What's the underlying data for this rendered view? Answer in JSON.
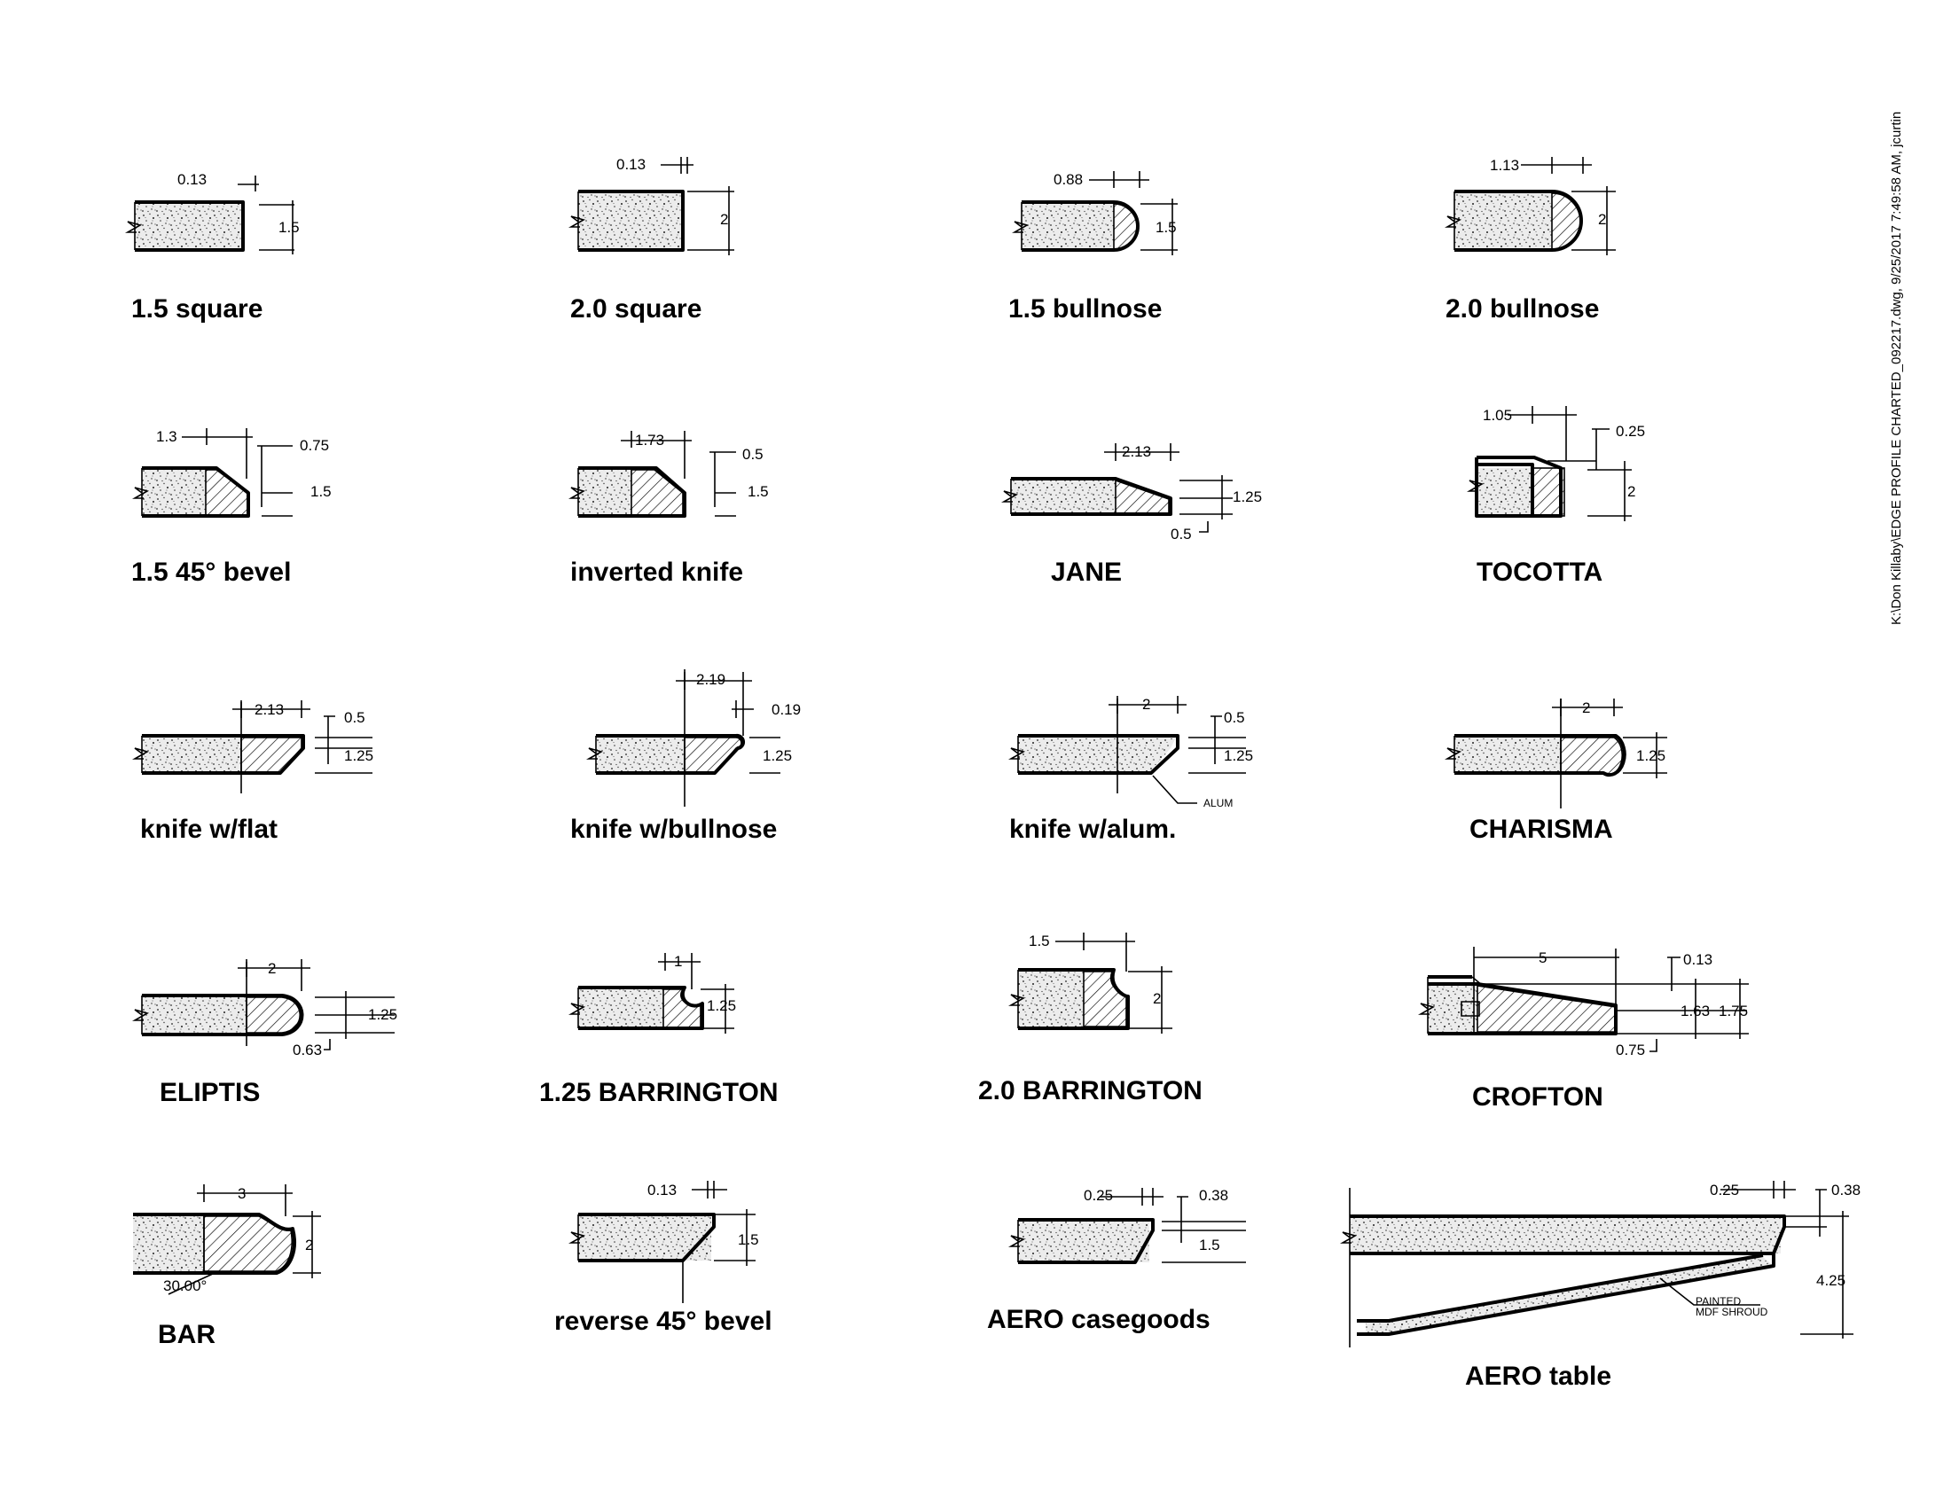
{
  "stamp": "K:\\Don Killaby\\EDGE PROFILE CHARTED_092217.dwg, 9/25/2017 7:49:58 AM, jcurtin",
  "profiles": [
    {
      "name": "1.5 square",
      "dims": [
        "0.13",
        "1.5"
      ]
    },
    {
      "name": "2.0 square",
      "dims": [
        "0.13",
        "2"
      ]
    },
    {
      "name": "1.5 bullnose",
      "dims": [
        "0.88",
        "1.5"
      ]
    },
    {
      "name": "2.0 bullnose",
      "dims": [
        "1.13",
        "2"
      ]
    },
    {
      "name": "1.5 45° bevel",
      "dims": [
        "1.3",
        "0.75",
        "1.5"
      ]
    },
    {
      "name": "inverted knife",
      "dims": [
        "1.73",
        "0.5",
        "1.5"
      ]
    },
    {
      "name": "JANE",
      "dims": [
        "2.13",
        "1.25",
        "0.5"
      ]
    },
    {
      "name": "TOCOTTA",
      "dims": [
        "1.05",
        "0.25",
        "2"
      ]
    },
    {
      "name": "knife w/flat",
      "dims": [
        "2.13",
        "0.5",
        "1.25"
      ]
    },
    {
      "name": "knife w/bullnose",
      "dims": [
        "2.19",
        "0.19",
        "1.25"
      ]
    },
    {
      "name": "knife w/alum.",
      "dims": [
        "2",
        "0.5",
        "1.25"
      ],
      "note": "ALUM"
    },
    {
      "name": "CHARISMA",
      "dims": [
        "2",
        "1.25"
      ]
    },
    {
      "name": "ELIPTIS",
      "dims": [
        "2",
        "1.25",
        "0.63"
      ]
    },
    {
      "name": "1.25 BARRINGTON",
      "dims": [
        "1",
        "1.25"
      ]
    },
    {
      "name": "2.0 BARRINGTON",
      "dims": [
        "1.5",
        "2"
      ]
    },
    {
      "name": "CROFTON",
      "dims": [
        "5",
        "0.13",
        "1.63",
        "1.75",
        "0.75"
      ]
    },
    {
      "name": "BAR",
      "dims": [
        "3",
        "2",
        "30.00°"
      ]
    },
    {
      "name": "reverse 45° bevel",
      "dims": [
        "0.13",
        "1.5"
      ]
    },
    {
      "name": "AERO casegoods",
      "dims": [
        "0.25",
        "0.38",
        "1.5"
      ]
    },
    {
      "name": "AERO table",
      "dims": [
        "0.25",
        "0.38",
        "4.25"
      ],
      "note": [
        "PAINTED",
        "MDF SHROUD"
      ]
    }
  ]
}
